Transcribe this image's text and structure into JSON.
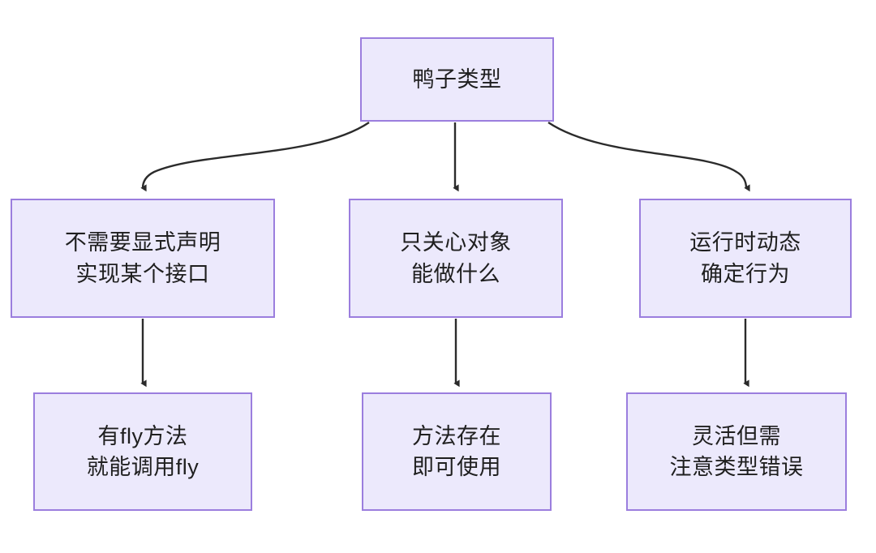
{
  "diagram": {
    "type": "flowchart",
    "title": "鸭子类型",
    "colors": {
      "node_fill": "#ece9fc",
      "node_border": "#9b7ede",
      "edge": "#2b2b2b",
      "text": "#1f1f1f",
      "background": "#ffffff"
    },
    "nodes": {
      "root": {
        "line1": "鸭子类型",
        "line2": ""
      },
      "m1": {
        "line1": "不需要显式声明",
        "line2": "实现某个接口"
      },
      "m2": {
        "line1": "只关心对象",
        "line2": "能做什么"
      },
      "m3": {
        "line1": "运行时动态",
        "line2": "确定行为"
      },
      "b1": {
        "line1": "有fly方法",
        "line2": "就能调用fly"
      },
      "b2": {
        "line1": "方法存在",
        "line2": "即可使用"
      },
      "b3": {
        "line1": "灵活但需",
        "line2": "注意类型错误"
      }
    },
    "edges": [
      {
        "name": "root-to-m1",
        "from": "root",
        "to": "m1",
        "style": "curved",
        "arrow": "down"
      },
      {
        "name": "root-to-m2",
        "from": "root",
        "to": "m2",
        "style": "straight",
        "arrow": "down"
      },
      {
        "name": "root-to-m3",
        "from": "root",
        "to": "m3",
        "style": "curved",
        "arrow": "down"
      },
      {
        "name": "m1-to-b1",
        "from": "m1",
        "to": "b1",
        "style": "straight",
        "arrow": "down"
      },
      {
        "name": "m2-to-b2",
        "from": "m2",
        "to": "b2",
        "style": "straight",
        "arrow": "down"
      },
      {
        "name": "m3-to-b3",
        "from": "m3",
        "to": "b3",
        "style": "straight",
        "arrow": "down"
      }
    ]
  }
}
